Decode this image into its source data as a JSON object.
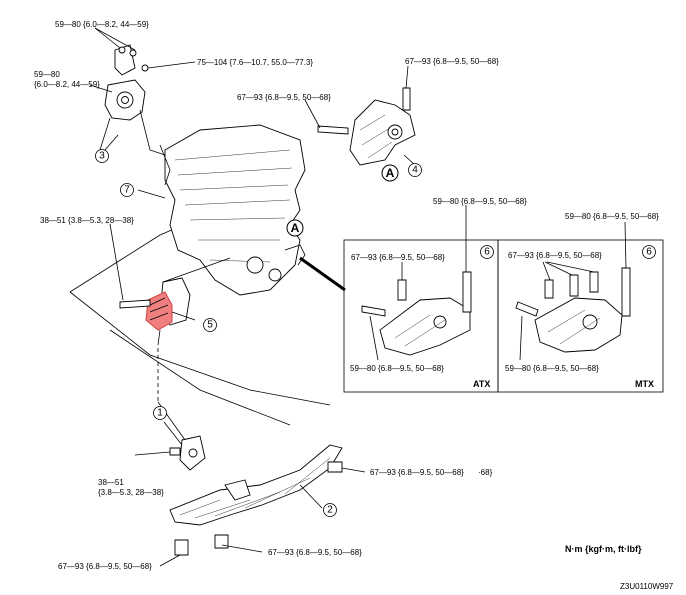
{
  "torques": {
    "t_top_left": "59—80 {6.0—8.2, 44—59}",
    "t_left_a": "59—80",
    "t_left_b": "{6.0—8.2, 44—59}",
    "t_top_mid": "75—104 {7.6—10.7, 55.0—77.3}",
    "t_top_right": "67—93 {6.8—9.5, 50—68}",
    "t_mid_right": "67—93 {6.8—9.5, 50—68}",
    "t_bolt4": "59—80 {6.8—9.5, 50—68}",
    "t_left_mount_a": "38—51 {3.8—5.3, 28—38}",
    "t_atx_top": "67—93 {6.8—9.5, 50—68}",
    "t_atx_bottom": "59—80 {6.8—9.5, 50—68}",
    "t_mtx_top_right": "59—80 {6.8—9.5, 50—68}",
    "t_mtx_top": "67—93 {6.8—9.5, 50—68}",
    "t_mtx_bottom": "59—80 {6.8—9.5, 50—68}",
    "t_lower_a": "38—51",
    "t_lower_b": "{3.8—5.3, 28—38}",
    "t_cross_right": "67—93 {6.8—9.5, 50—68}",
    "t_cross_right_suffix": "·68}",
    "t_bottom_mid": "67—93 {6.8—9.5, 50—68}",
    "t_bottom_left": "67—93 {6.8—9.5, 50—68}"
  },
  "callouts": {
    "c1": "1",
    "c2": "2",
    "c3": "3",
    "c4": "4",
    "c5": "5",
    "c6a": "6",
    "c6b": "6",
    "c7": "7",
    "ca1": "A",
    "ca2": "A"
  },
  "panels": {
    "atx": "ATX",
    "mtx": "MTX"
  },
  "units": "N·m {kgf·m, ft·lbf}",
  "figure_code": "Z3U0110W997",
  "colors": {
    "highlight": "#f08080",
    "highlight_stroke": "#d04040"
  }
}
